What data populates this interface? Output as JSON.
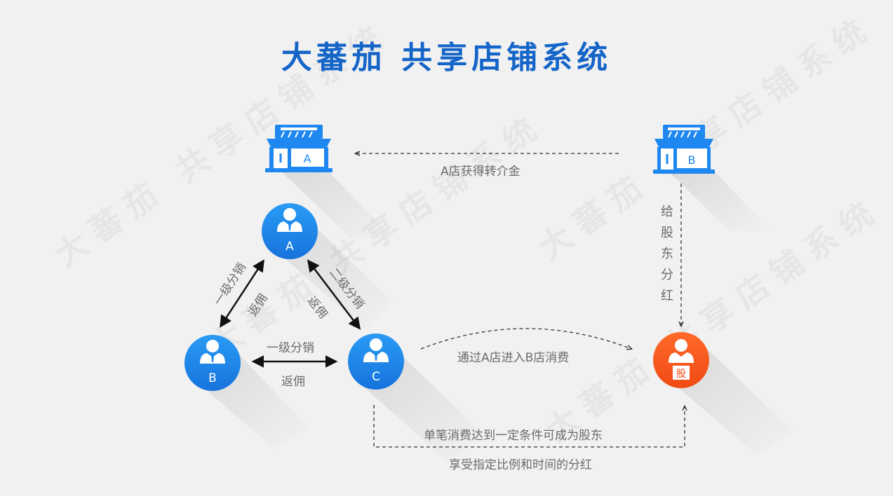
{
  "title": "大蕃茄 共享店铺系统",
  "watermark": "大蕃茄 共享店铺系统",
  "nodes": {
    "store_a": {
      "label": "A"
    },
    "store_b": {
      "label": "B"
    },
    "user_a": {
      "label": "A"
    },
    "user_b": {
      "label": "B"
    },
    "user_c": {
      "label": "C"
    },
    "shareholder": {
      "label": "股"
    }
  },
  "edges": {
    "ab_top": "一级分销",
    "ab_bottom": "返佣",
    "ac_top": "二级分销",
    "ac_bottom": "返佣",
    "bc_top": "一级分销",
    "bc_bottom": "返佣",
    "store_b_to_a": "A店获得转介金",
    "store_b_to_shareholder": "给股东分红",
    "c_to_shareholder": "通过A店进入B店消费",
    "condition_line1": "单笔消费达到一定条件可成为股东",
    "condition_line2": "享受指定比例和时间的分红"
  },
  "colors": {
    "blue": "#1e88f0",
    "blue_dark": "#1565c8",
    "orange": "#ff5a1f",
    "text": "#6b6b6b"
  }
}
